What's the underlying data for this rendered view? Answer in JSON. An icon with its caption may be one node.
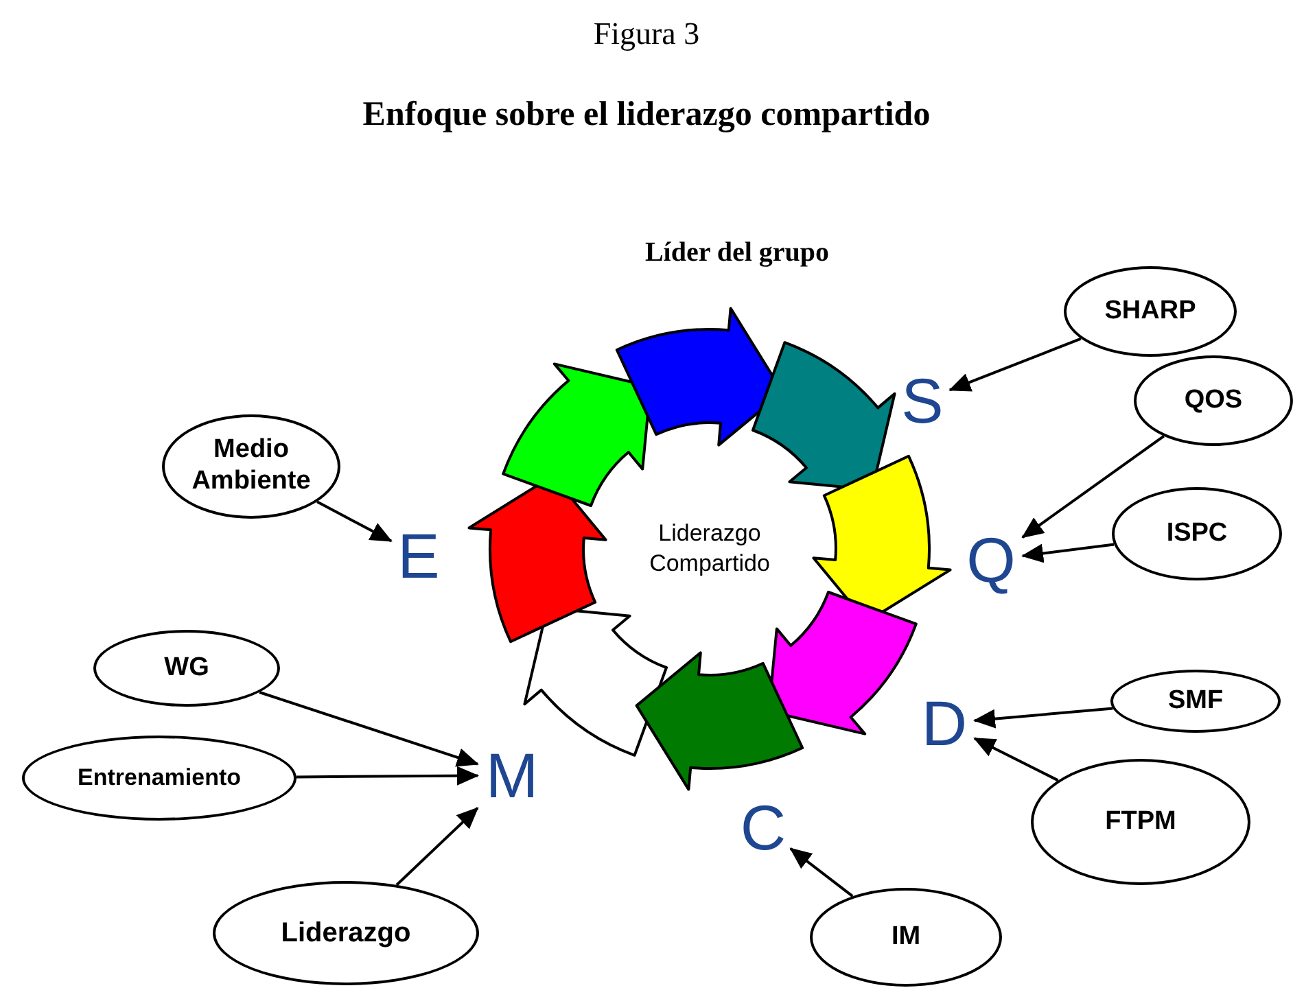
{
  "diagram": {
    "title": "Enfoque sobre el liderazgo compartido",
    "nodes": [
      {
        "text": [
          "Medio Ambiente"
        ]
      },
      {
        "text": [
          "E"
        ]
      },
      {
        "text": [
          "SHARP"
        ]
      },
      {
        "text": [
          "S"
        ]
      },
      {
        "text": [
          "QOS"
        ]
      },
      {
        "text": [
          "Q"
        ]
      },
      {
        "text": [
          "ISPC"
        ]
      },
      {
        "text": [
          "SMF"
        ]
      },
      {
        "text": [
          "D"
        ]
      },
      {
        "text": [
          "FTPM"
        ]
      },
      {
        "text": [
          "IM"
        ]
      },
      {
        "text": [
          "C"
        ]
      },
      {
        "text": [
          "WG"
        ]
      },
      {
        "text": [
          "Entrenamiento"
        ]
      },
      {
        "text": [
          "Liderazgo"
        ]
      },
      {
        "text": [
          "M"
        ]
      }
    ],
    "edges": [
      {
        "from": 0,
        "to": 1,
        "arrow": "to"
      },
      {
        "from": 2,
        "to": 3,
        "arrow": "to"
      },
      {
        "from": 4,
        "to": 5,
        "arrow": "to"
      },
      {
        "from": 6,
        "to": 5,
        "arrow": "to"
      },
      {
        "from": 7,
        "to": 8,
        "arrow": "to"
      },
      {
        "from": 9,
        "to": 8,
        "arrow": "to"
      },
      {
        "from": 10,
        "to": 11,
        "arrow": "to"
      },
      {
        "from": 12,
        "to": 15,
        "arrow": "to"
      },
      {
        "from": 13,
        "to": 15,
        "arrow": "to"
      },
      {
        "from": 14,
        "to": 15,
        "arrow": "to"
      }
    ],
    "labels": [
      "Figura 3",
      "Líder del grupo",
      "Liderazgo Compartido"
    ]
  }
}
